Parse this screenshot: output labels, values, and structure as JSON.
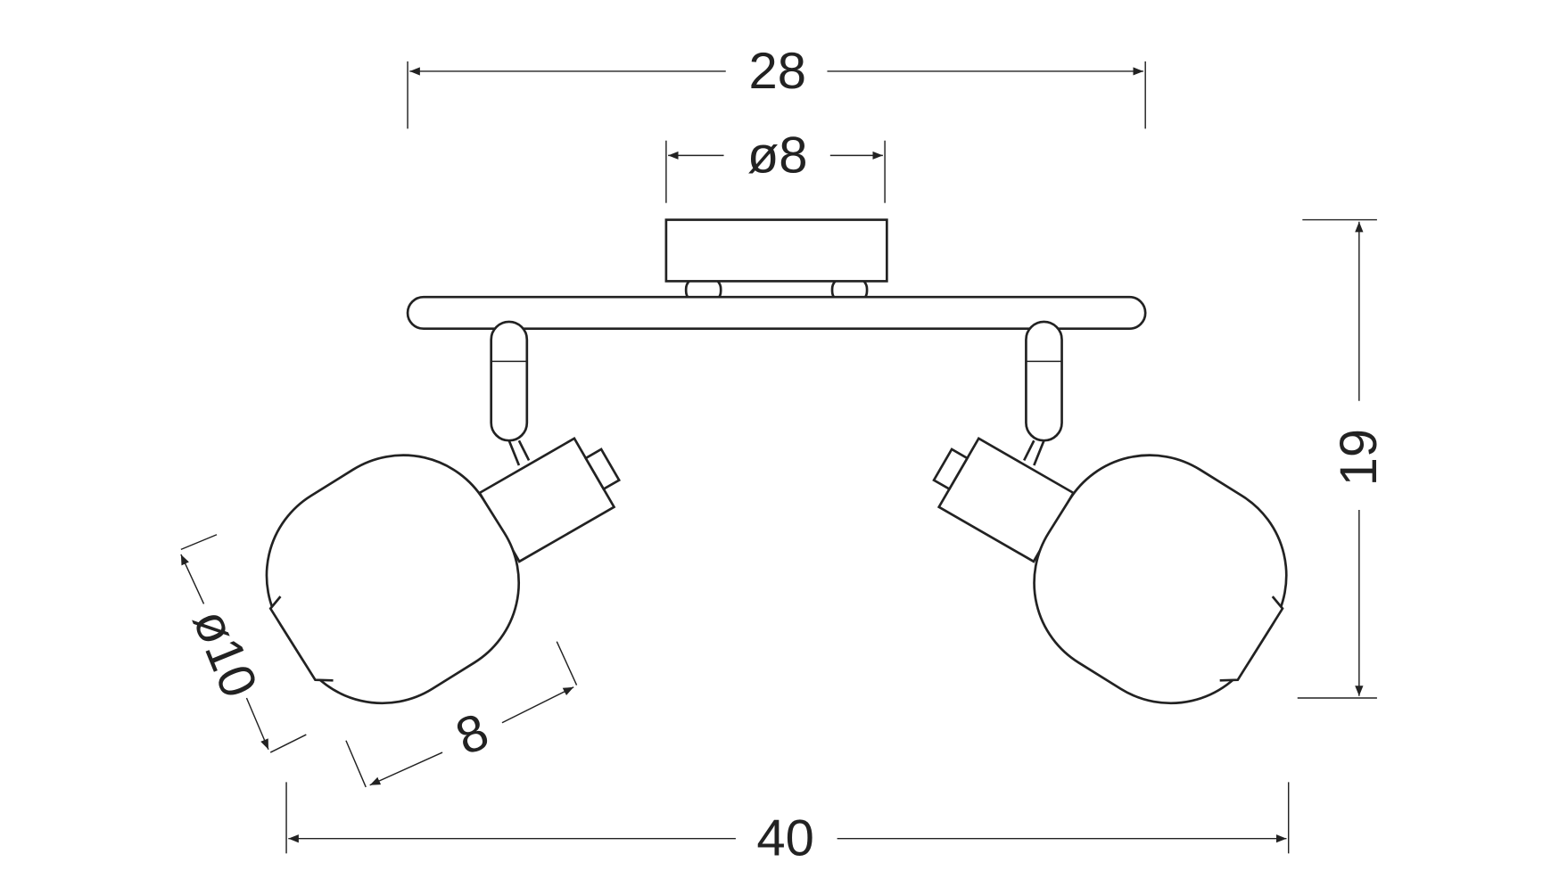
{
  "title": "Spotlight bar dimensions",
  "dimensions": {
    "bar_length": "28",
    "canopy_diameter": "ø8",
    "height": "19",
    "total_width": "40",
    "shade_diameter": "ø10",
    "shade_length": "8"
  },
  "colors": {
    "line": "#222222",
    "background": "#ffffff"
  }
}
